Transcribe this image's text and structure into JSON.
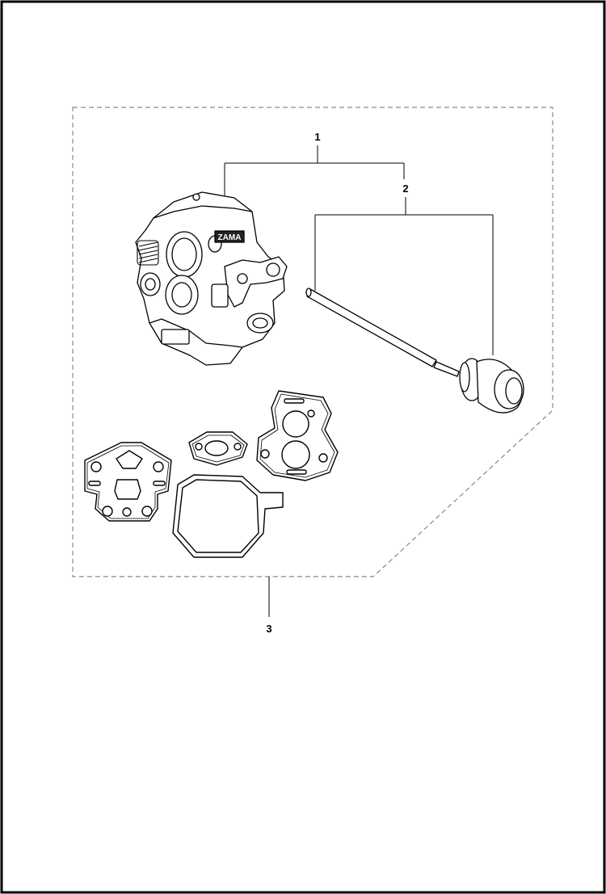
{
  "diagram": {
    "callouts": [
      {
        "id": "1",
        "label": "1"
      },
      {
        "id": "2",
        "label": "2"
      },
      {
        "id": "3",
        "label": "3"
      }
    ],
    "parts": [
      {
        "callout": "1",
        "icon": "carburetor-icon",
        "stamp": "ZAMA"
      },
      {
        "callout": "2",
        "icon": "primer-bulb-icon"
      },
      {
        "callout": "3",
        "icon": "gasket-set-icon"
      }
    ]
  }
}
